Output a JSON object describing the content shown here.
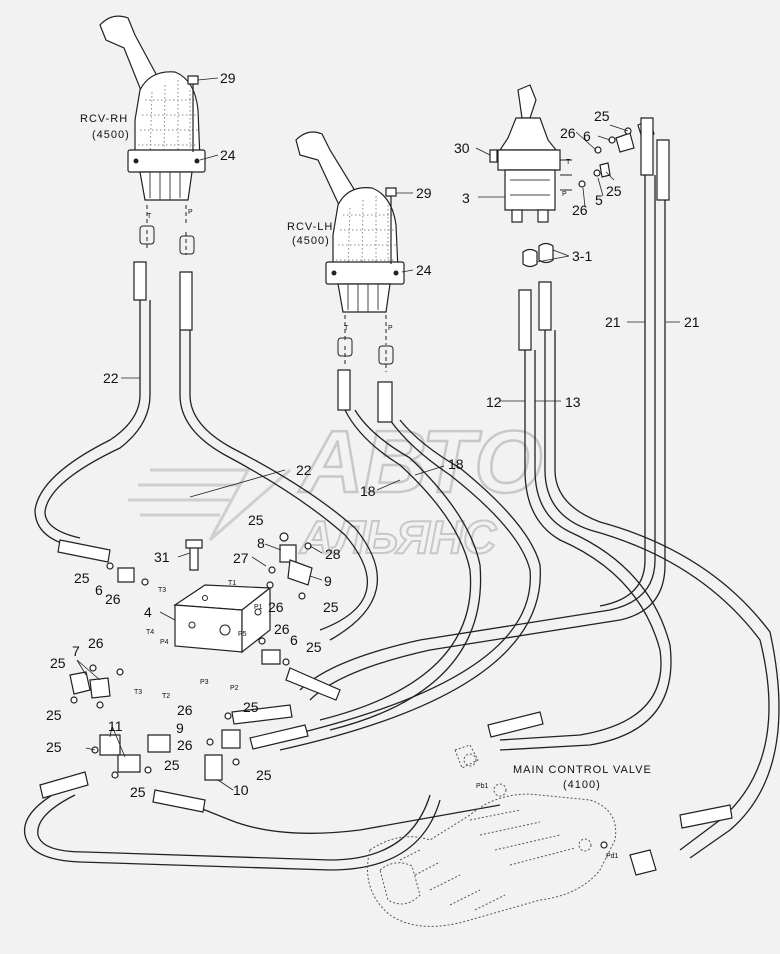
{
  "watermark": {
    "line1": "АВТО",
    "line2": "АЛЬЯНС"
  },
  "components": {
    "rcv_rh": {
      "name": "RCV-RH",
      "code": "(4500)"
    },
    "rcv_lh": {
      "name": "RCV-LH",
      "code": "(4500)"
    },
    "main_control_valve": {
      "name": "MAIN CONTROL VALVE",
      "code": "(4100)"
    }
  },
  "port_labels": {
    "t": "T",
    "p": "P",
    "t1": "T1",
    "t2": "T2",
    "t3": "T3",
    "t4": "T4",
    "p1": "P1",
    "p2": "P2",
    "p3": "P3",
    "p4": "P4",
    "p5": "P5",
    "pb1": "Pb1",
    "pd1": "Pd1"
  },
  "callouts": {
    "c29": "29",
    "c24": "24",
    "c30": "30",
    "c26": "26",
    "c25": "25",
    "c6": "6",
    "c5": "5",
    "c3": "3",
    "c3_1": "3-1",
    "c21": "21",
    "c22": "22",
    "c12": "12",
    "c13": "13",
    "c18": "18",
    "c31": "31",
    "c27": "27",
    "c8": "8",
    "c28": "28",
    "c9": "9",
    "c4": "4",
    "c7": "7",
    "c11": "11",
    "c10": "10"
  }
}
